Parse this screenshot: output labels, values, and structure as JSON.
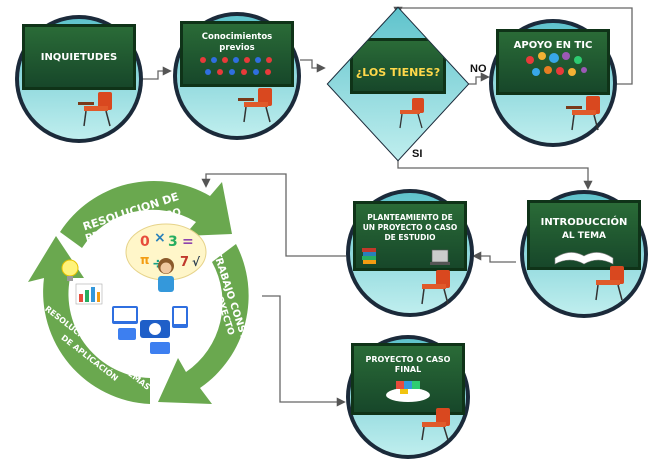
{
  "nodes": {
    "inquietudes": {
      "title": "INQUIETUDES"
    },
    "conocimientos": {
      "title_line1": "Conocimientos",
      "title_line2": "previos"
    },
    "decision": {
      "title": "¿LOS TIENES?",
      "no_label": "NO",
      "si_label": "SI"
    },
    "apoyo": {
      "title": "APOYO EN TIC"
    },
    "introduccion": {
      "title_line1": "INTRODUCCIÓN",
      "title_line2": "AL TEMA"
    },
    "planteamiento": {
      "title_line1": "PLANTEAMIENTO DE",
      "title_line2": "UN PROYECTO O CASO",
      "title_line3": "DE ESTUDIO"
    },
    "proyecto_final": {
      "title_line1": "PROYECTO O CASO",
      "title_line2": "FINAL"
    }
  },
  "cycle": {
    "segment_top_line1": "RESOLUCION DE",
    "segment_top_line2": "PROBLEMAS TIPO",
    "segment_right_line1": "TRABAJO CONSTANTE",
    "segment_right_line2": "EN PROYECTO",
    "segment_left_line1": "RESOLUCIÓN DE PROBLEMAS",
    "segment_left_line2": "DE APLICACIÓN"
  },
  "colors": {
    "board": "#1f5a2c",
    "board_frame": "#0f3318",
    "circle_fill": "#1aa8b8",
    "circle_ring": "#1b2a3a",
    "floor": "#8fd6d8",
    "chair": "#d9481f",
    "cycle_green": "#6aa84f",
    "arrow": "#555555"
  },
  "icons": [
    "chair-icon",
    "book-stack-icon",
    "sewing-machine-icon",
    "lightbulb-icon",
    "bar-chart-icon",
    "devices-icon",
    "person-icon",
    "puzzle-icon",
    "open-book-icon",
    "tic-icons-cluster"
  ]
}
